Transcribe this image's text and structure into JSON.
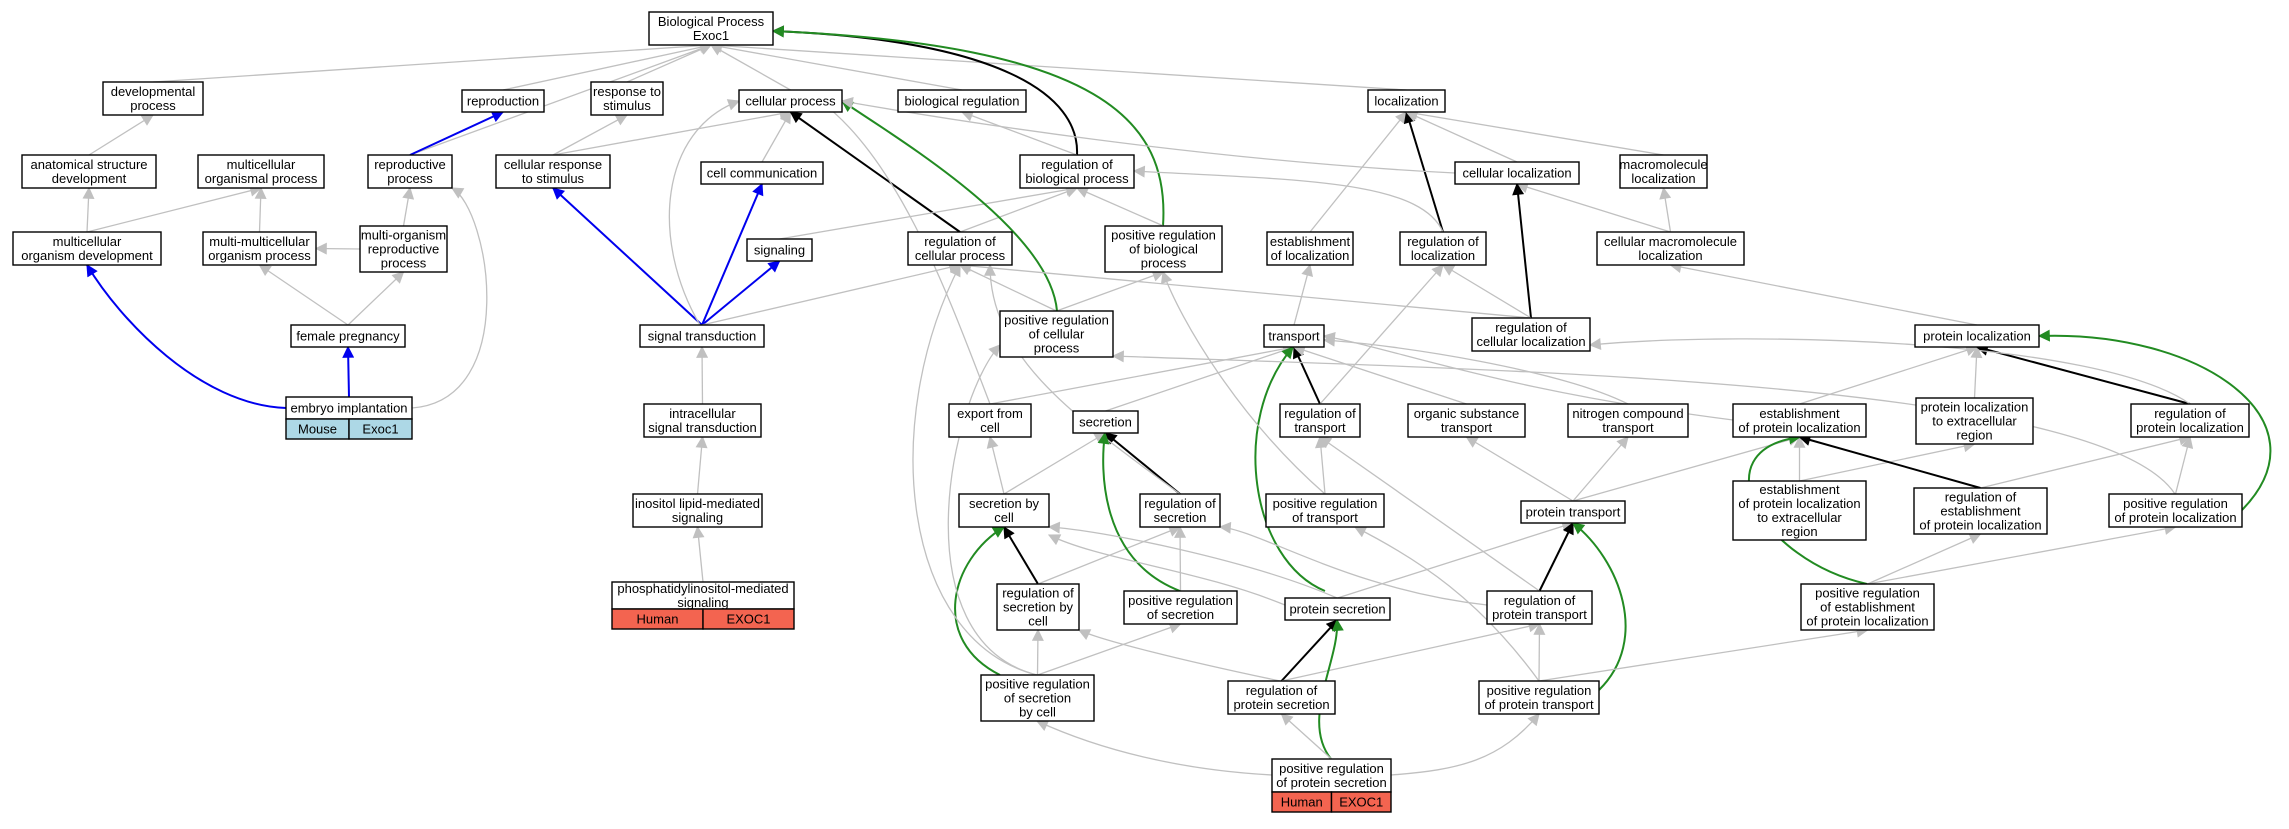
{
  "colors": {
    "edge_default": "#c0c0c0",
    "edge_black": "#000000",
    "edge_blue": "#0000ee",
    "edge_green": "#228b22",
    "mouse_fill": "#add8e6",
    "human_fill": "#f36450"
  },
  "nodes": {
    "bp": {
      "lines": [
        "Biological Process",
        "Exoc1"
      ]
    },
    "dev": {
      "lines": [
        "developmental",
        "process"
      ]
    },
    "repro": {
      "lines": [
        "reproduction"
      ]
    },
    "resp": {
      "lines": [
        "response to",
        "stimulus"
      ]
    },
    "cellp": {
      "lines": [
        "cellular process"
      ]
    },
    "bioreg": {
      "lines": [
        "biological regulation"
      ]
    },
    "loc": {
      "lines": [
        "localization"
      ]
    },
    "asd": {
      "lines": [
        "anatomical structure",
        "development"
      ]
    },
    "mop": {
      "lines": [
        "multicellular",
        "organismal process"
      ]
    },
    "rep": {
      "lines": [
        "reproductive",
        "process"
      ]
    },
    "crs": {
      "lines": [
        "cellular response",
        "to stimulus"
      ]
    },
    "cc": {
      "lines": [
        "cell communication"
      ]
    },
    "rbp": {
      "lines": [
        "regulation of",
        "biological process"
      ]
    },
    "cloc": {
      "lines": [
        "cellular localization"
      ]
    },
    "mloc": {
      "lines": [
        "macromolecule",
        "localization"
      ]
    },
    "mod": {
      "lines": [
        "multicellular",
        "organism development"
      ]
    },
    "mmp": {
      "lines": [
        "multi-multicellular",
        "organism process"
      ]
    },
    "morp": {
      "lines": [
        "multi-organism",
        "reproductive",
        "process"
      ]
    },
    "sig": {
      "lines": [
        "signaling"
      ]
    },
    "rcp": {
      "lines": [
        "regulation of",
        "cellular process"
      ]
    },
    "prbp": {
      "lines": [
        "positive regulation",
        "of biological",
        "process"
      ]
    },
    "eloc": {
      "lines": [
        "establishment",
        "of localization"
      ]
    },
    "rloc": {
      "lines": [
        "regulation of",
        "localization"
      ]
    },
    "cmloc": {
      "lines": [
        "cellular macromolecule",
        "localization"
      ]
    },
    "fp": {
      "lines": [
        "female pregnancy"
      ]
    },
    "st": {
      "lines": [
        "signal transduction"
      ]
    },
    "prcp": {
      "lines": [
        "positive regulation",
        "of cellular",
        "process"
      ]
    },
    "trans": {
      "lines": [
        "transport"
      ]
    },
    "rcl": {
      "lines": [
        "regulation of",
        "cellular localization"
      ]
    },
    "ploc": {
      "lines": [
        "protein localization"
      ]
    },
    "ei": {
      "lines": [
        "embryo implantation"
      ]
    },
    "ist": {
      "lines": [
        "intracellular",
        "signal transduction"
      ]
    },
    "efc": {
      "lines": [
        "export from",
        "cell"
      ]
    },
    "secr": {
      "lines": [
        "secretion"
      ]
    },
    "rtr": {
      "lines": [
        "regulation of",
        "transport"
      ]
    },
    "ost": {
      "lines": [
        "organic substance",
        "transport"
      ]
    },
    "nct": {
      "lines": [
        "nitrogen compound",
        "transport"
      ]
    },
    "epl": {
      "lines": [
        "establishment",
        "of protein localization"
      ]
    },
    "plec": {
      "lines": [
        "protein localization",
        "to extracellular",
        "region"
      ]
    },
    "rpl": {
      "lines": [
        "regulation of",
        "protein localization"
      ]
    },
    "ilms": {
      "lines": [
        "inositol lipid-mediated",
        "signaling"
      ]
    },
    "sbc": {
      "lines": [
        "secretion by",
        "cell"
      ]
    },
    "rsec": {
      "lines": [
        "regulation of",
        "secretion"
      ]
    },
    "prt": {
      "lines": [
        "positive regulation",
        "of transport"
      ]
    },
    "pt": {
      "lines": [
        "protein transport"
      ]
    },
    "eplec": {
      "lines": [
        "establishment",
        "of protein localization",
        "to extracellular",
        "region"
      ]
    },
    "repl": {
      "lines": [
        "regulation of",
        "establishment",
        "of protein localization"
      ]
    },
    "prpl": {
      "lines": [
        "positive regulation",
        "of protein localization"
      ]
    },
    "pims": {
      "lines": [
        "phosphatidylinositol-mediated",
        "signaling"
      ],
      "organism": "Human",
      "gene": "EXOC1"
    },
    "rsbc": {
      "lines": [
        "regulation of",
        "secretion by",
        "cell"
      ]
    },
    "prs": {
      "lines": [
        "positive regulation",
        "of secretion"
      ]
    },
    "ps": {
      "lines": [
        "protein secretion"
      ]
    },
    "rpt": {
      "lines": [
        "regulation of",
        "protein transport"
      ]
    },
    "prepl": {
      "lines": [
        "positive regulation",
        "of establishment",
        "of protein localization"
      ]
    },
    "prsbc": {
      "lines": [
        "positive regulation",
        "of secretion",
        "by cell"
      ]
    },
    "rps": {
      "lines": [
        "regulation of",
        "protein secretion"
      ]
    },
    "prpt": {
      "lines": [
        "positive regulation",
        "of protein transport"
      ]
    },
    "prps": {
      "lines": [
        "positive regulation",
        "of protein secretion"
      ],
      "organism": "Human",
      "gene": "EXOC1"
    }
  },
  "mouse_label": {
    "organism": "Mouse",
    "gene": "Exoc1"
  }
}
